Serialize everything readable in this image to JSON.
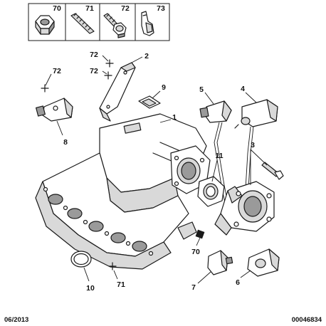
{
  "legend_boxes": [
    {
      "number": "70",
      "icon": "nut-icon"
    },
    {
      "number": "71",
      "icon": "stud-icon"
    },
    {
      "number": "72",
      "icon": "bolt-icon"
    },
    {
      "number": "73",
      "icon": "clip-icon"
    }
  ],
  "callouts": {
    "c72a": "72",
    "c72b": "72",
    "c72c": "72",
    "c2": "2",
    "c9": "9",
    "c5": "5",
    "c4": "4",
    "c1": "1",
    "c8": "8",
    "c3": "3",
    "c11": "11",
    "c70": "70",
    "c7": "7",
    "c6": "6",
    "c10": "10",
    "c71": "71"
  },
  "footer": {
    "date": "06/2013",
    "reference": "00046834"
  },
  "colors": {
    "line": "#1a1a1a",
    "background": "#ffffff",
    "shade": "#d9d9d9"
  }
}
